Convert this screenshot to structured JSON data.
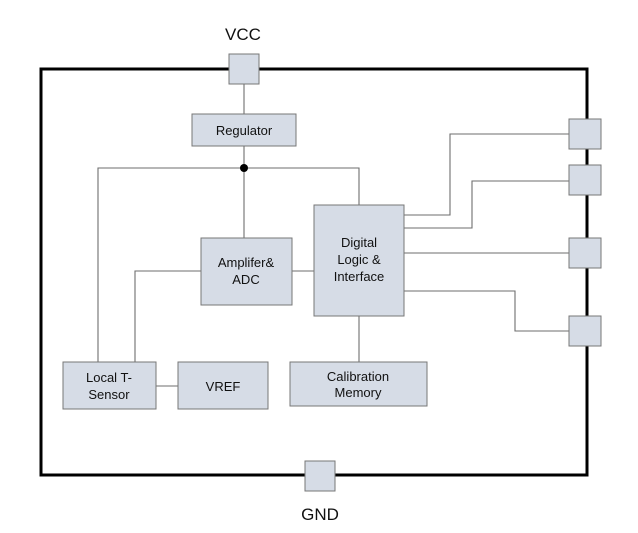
{
  "pins": {
    "vcc": "VCC",
    "gnd": "GND"
  },
  "blocks": {
    "regulator": [
      "Regulator"
    ],
    "amplifier": [
      "Amplifer&",
      "ADC"
    ],
    "digital": [
      "Digital",
      "Logic &",
      "Interface"
    ],
    "local_sensor": [
      "Local T-",
      "Sensor"
    ],
    "vref": [
      "VREF"
    ],
    "calibration": [
      "Calibration",
      "Memory"
    ]
  },
  "colors": {
    "block_fill": "#d6dce6",
    "block_stroke": "#777777",
    "chip_outline": "#000000",
    "wire": "#6e6e6e"
  }
}
